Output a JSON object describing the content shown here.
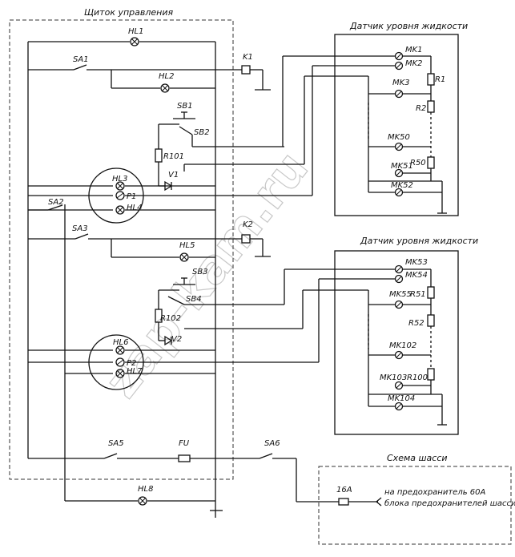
{
  "captions": {
    "control_panel": "Щиток управления",
    "sensor1": "Датчик уровня жидкости",
    "sensor2": "Датчик уровня жидкости",
    "chassis": "Схема шасси",
    "note_line1": "на предохранитель 60А",
    "note_line2": "блока предохранителей шасси"
  },
  "watermark": "zap-kam.ru",
  "labels": {
    "HL1": "HL1",
    "SA1": "SA1",
    "K1": "K1",
    "HL2": "HL2",
    "SB1": "SB1",
    "SB2": "SB2",
    "R101": "R101",
    "V1": "V1",
    "HL3": "HL3",
    "P1": "P1",
    "HL4": "HL4",
    "SA2": "SA2",
    "SA3": "SA3",
    "K2": "K2",
    "HL5": "HL5",
    "SB3": "SB3",
    "SB4": "SB4",
    "R102": "R102",
    "V2": "V2",
    "HL6": "HL6",
    "P2": "P2",
    "HL7": "HL7",
    "SA5": "SA5",
    "FU": "FU",
    "SA6": "SA6",
    "HL8": "HL8",
    "fuse16": "16А",
    "MK1": "MK1",
    "MK2": "MK2",
    "MK3": "MK3",
    "R1": "R1",
    "R2": "R2",
    "MK50": "MK50",
    "MK51": "MK51",
    "R50": "R50",
    "MK52": "MK52",
    "MK53": "MK53",
    "MK54": "MK54",
    "MK55": "MK55",
    "R51": "R51",
    "R52": "R52",
    "MK102": "MK102",
    "MK103": "MK103",
    "R100": "R100",
    "MK104": "MK104"
  }
}
